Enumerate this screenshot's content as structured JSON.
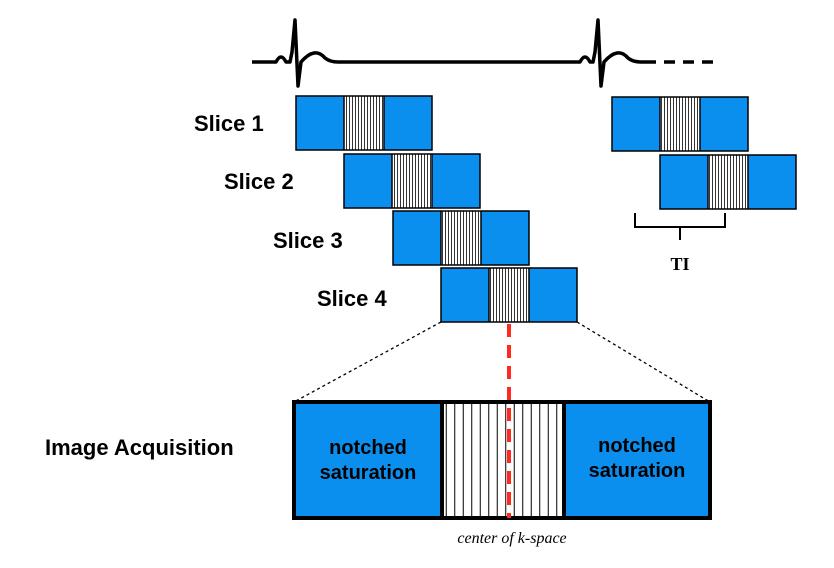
{
  "slices": [
    {
      "label": "Slice 1"
    },
    {
      "label": "Slice 2"
    },
    {
      "label": "Slice 3"
    },
    {
      "label": "Slice 4"
    }
  ],
  "ti_label": "TI",
  "acquisition": {
    "label": "Image Acquisition",
    "left_block": [
      "notched",
      "saturation"
    ],
    "right_block": [
      "notched",
      "saturation"
    ],
    "center_label": "center of k-space"
  },
  "colors": {
    "saturation_blue": "#0B8FEF",
    "center_line_red": "#FF2A1F"
  }
}
